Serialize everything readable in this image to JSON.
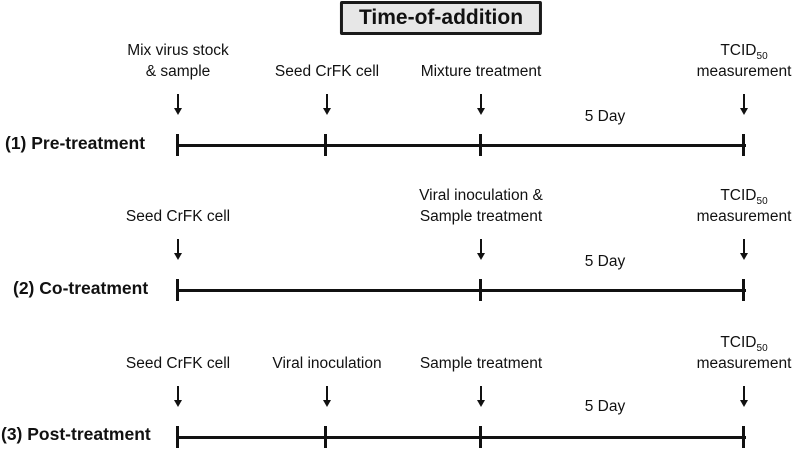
{
  "title": "Time-of-addition",
  "timelines": [
    {
      "row_label": "(1) Pre-treatment",
      "duration": "5 Day",
      "events": [
        {
          "line1": "Mix virus stock",
          "line2": "& sample"
        },
        {
          "line1": "Seed CrFK cell"
        },
        {
          "line1": "Mixture treatment"
        },
        {
          "line1": "TCID",
          "sub": "50",
          "line2": "measurement"
        }
      ]
    },
    {
      "row_label": "(2) Co-treatment",
      "duration": "5 Day",
      "events": [
        {
          "line1": "Seed CrFK cell"
        },
        {
          "line1": "Viral inoculation &",
          "line2": "Sample treatment"
        },
        {
          "line1": "TCID",
          "sub": "50",
          "line2": "measurement"
        }
      ]
    },
    {
      "row_label": "(3) Post-treatment",
      "duration": "5 Day",
      "events": [
        {
          "line1": "Seed CrFK cell"
        },
        {
          "line1": "Viral inoculation"
        },
        {
          "line1": "Sample treatment"
        },
        {
          "line1": "TCID",
          "sub": "50",
          "line2": "measurement"
        }
      ]
    }
  ],
  "colors": {
    "line": "#111111",
    "title_box_bg": "#e7e7e7",
    "title_box_border": "#1a1a1a"
  }
}
